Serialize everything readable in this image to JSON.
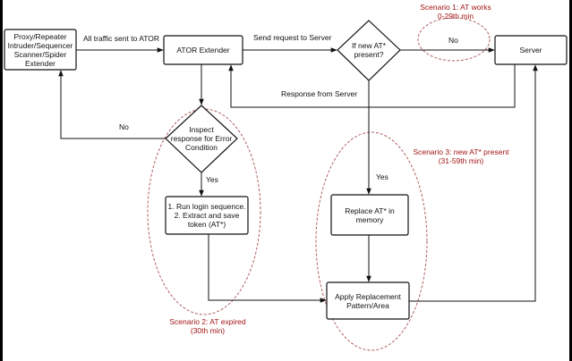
{
  "nodes": {
    "proxy": "Proxy/Repeater\nIntruder/Sequencer\nScanner/Spider\nExtender",
    "ator": "ATOR Extender",
    "decision_new_at": "If new AT*\npresent?",
    "server": "Server",
    "inspect": "Inspect\nresponse for Error\nCondition",
    "login": "1. Run login sequence.\n2. Extract and save\ntoken (AT*)",
    "replace": "Replace AT* in\nmemory",
    "apply": "Apply Replacement\nPattern/Area"
  },
  "edges": {
    "all_traffic": "All traffic sent to ATOR",
    "send_request": "Send request to Server",
    "response": "Response from Server",
    "no_top": "No",
    "no_left": "No",
    "yes_inspect": "Yes",
    "yes_decision": "Yes"
  },
  "scenarios": {
    "s1": "Scenario 1: AT works\n0-29th min",
    "s2": "Scenario 2: AT expired\n(30th min)",
    "s3": "Scenario 3: new AT* present\n(31-59th min)"
  },
  "colors": {
    "scenario_text": "#a31515",
    "scenario_outline": "#b06060",
    "line": "#111111"
  }
}
